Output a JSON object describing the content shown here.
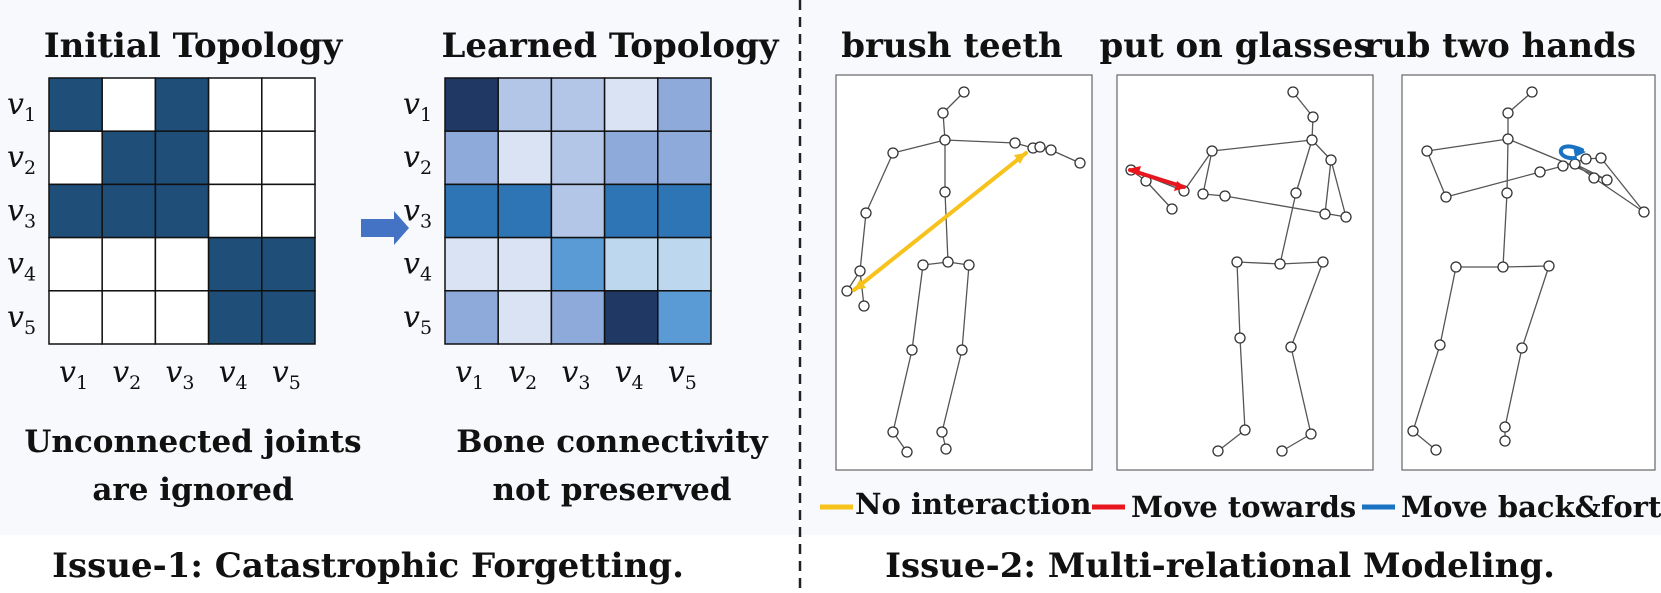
{
  "left_panel": {
    "initial": {
      "title": "Initial Topology",
      "caption_line1": "Unconnected joints",
      "caption_line2": "are ignored",
      "matrix": [
        [
          1,
          0,
          1,
          0,
          0
        ],
        [
          0,
          1,
          1,
          0,
          0
        ],
        [
          1,
          1,
          1,
          0,
          0
        ],
        [
          0,
          0,
          0,
          1,
          1
        ],
        [
          0,
          0,
          0,
          1,
          1
        ]
      ],
      "colors": {
        "on": "#1f4e79",
        "off": "#ffffff"
      }
    },
    "learned": {
      "title": "Learned Topology",
      "caption_line1": "Bone connectivity",
      "caption_line2": "not preserved",
      "matrix": [
        [
          "#1f3864",
          "#b4c6e7",
          "#b4c6e7",
          "#dae3f3",
          "#8eaadb"
        ],
        [
          "#8eaadb",
          "#dae3f3",
          "#b4c6e7",
          "#8eaadb",
          "#8eaadb"
        ],
        [
          "#2e75b6",
          "#2e75b6",
          "#b4c6e7",
          "#2e75b6",
          "#2e75b6"
        ],
        [
          "#dae3f3",
          "#dae3f3",
          "#5b9bd5",
          "#bdd7ee",
          "#bdd7ee"
        ],
        [
          "#8eaadb",
          "#dae3f3",
          "#8eaadb",
          "#1f3864",
          "#5b9bd5"
        ]
      ]
    },
    "labels": [
      "v1",
      "v2",
      "v3",
      "v4",
      "v5"
    ],
    "arrow_color": "#4472c4",
    "issue": "Issue-1: Catastrophic Forgetting."
  },
  "right_panel": {
    "actions": [
      {
        "title": "brush teeth",
        "relation": "no-interaction"
      },
      {
        "title": "put on glasses",
        "relation": "move-towards"
      },
      {
        "title": "rub two hands",
        "relation": "move-back-forth"
      }
    ],
    "legend": [
      {
        "label": "No interaction",
        "color": "#f6c21b"
      },
      {
        "label": "Move towards",
        "color": "#e8161e"
      },
      {
        "label": "Move back&forth",
        "color": "#1a73c2"
      }
    ],
    "issue": "Issue-2: Multi-relational Modeling."
  }
}
